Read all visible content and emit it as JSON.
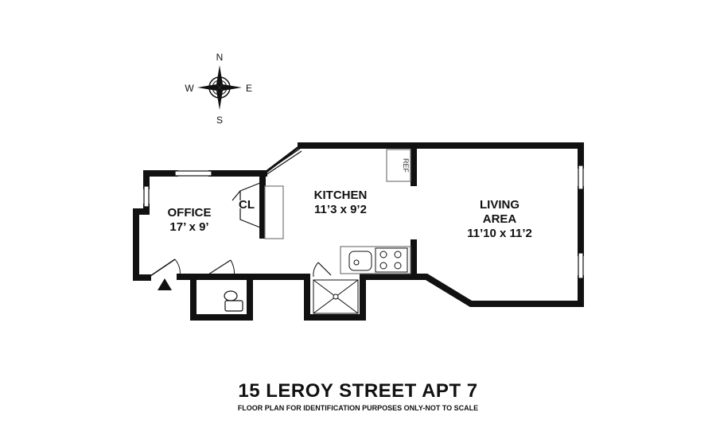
{
  "compass": {
    "north": "N",
    "south": "S",
    "east": "E",
    "west": "W"
  },
  "rooms": {
    "office": {
      "name": "OFFICE",
      "size": "17’ x 9’"
    },
    "closet": {
      "name": "CL"
    },
    "kitchen": {
      "name": "KITCHEN",
      "size": "11’3 x 9’2"
    },
    "living": {
      "name_line1": "LIVING",
      "name_line2": "AREA",
      "size": "11’10 x 11’2"
    }
  },
  "fixtures": {
    "refrigerator": "REF"
  },
  "footer": {
    "title": "15 LEROY STREET APT 7",
    "subtitle": "FLOOR PLAN FOR IDENTIFICATION PURPOSES ONLY-NOT TO SCALE"
  },
  "colors": {
    "wall": "#111111",
    "background": "#ffffff",
    "fixture": "#777777"
  }
}
